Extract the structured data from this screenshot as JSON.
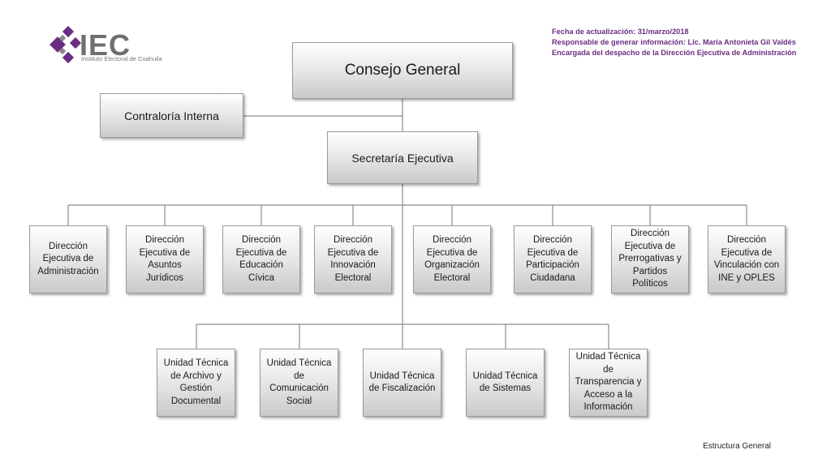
{
  "logo": {
    "text": "IEC",
    "subtitle": "Instituto Electoral de Coahuila"
  },
  "meta": {
    "fecha": "Fecha de actualización: 31/marzo/2018",
    "responsable": "Responsable de generar información: Lic. María Antonieta Gil Valdés",
    "encargada": "Encargada del despacho de la Dirección Ejecutiva de Administración"
  },
  "org": {
    "consejo": "Consejo General",
    "contraloria": "Contraloría Interna",
    "secretaria": "Secretaría Ejecutiva",
    "direcciones": [
      "Dirección Ejecutiva de Administración",
      "Dirección Ejecutiva de Asuntos Jurídicos",
      "Dirección Ejecutiva de Educación Cívica",
      "Dirección Ejecutiva de Innovación Electoral",
      "Dirección Ejecutiva de Organización Electoral",
      "Dirección Ejecutiva de Participación Ciudadana",
      "Dirección Ejecutiva de Prerrogativas y Partidos Políticos",
      "Dirección Ejecutiva de Vinculación con INE y OPLES"
    ],
    "unidades": [
      "Unidad Técnica de Archivo y Gestión Documental",
      "Unidad Técnica de Comunicación Social",
      "Unidad Técnica de Fiscalización",
      "Unidad Técnica de Sistemas",
      "Unidad Técnica de Transparencia y Acceso a la Información"
    ]
  },
  "footer": "Estructura General",
  "colors": {
    "meta_text": "#6b2d83",
    "logo_purple": "#6b2d83",
    "logo_gray": "#6f6f6f"
  }
}
